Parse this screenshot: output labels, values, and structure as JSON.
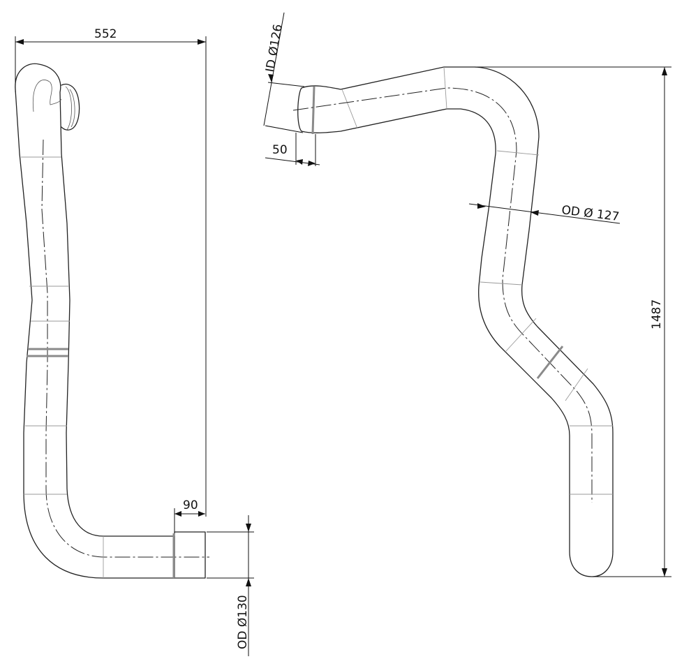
{
  "left_view": {
    "width_label": "552",
    "sleeve_label": "90",
    "outer_diameter_label": "OD Ø130"
  },
  "right_view": {
    "inner_diameter_label": "ID Ø126",
    "inlet_length_label": "50",
    "pipe_diameter_label": "OD Ø 127",
    "height_label": "1487"
  }
}
